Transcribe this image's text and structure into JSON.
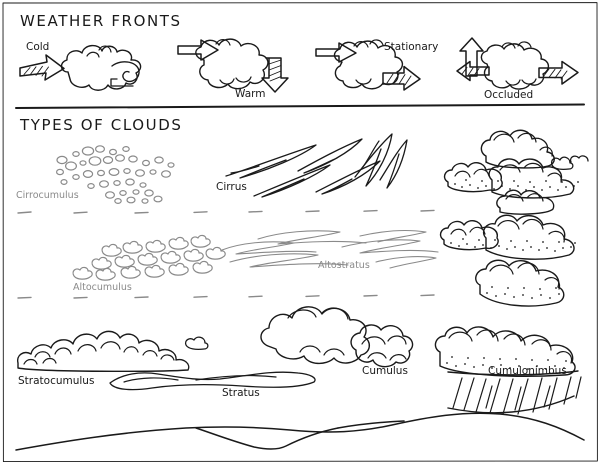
{
  "page": {
    "background_color": "#ffffff",
    "ink_color": "#1a1a1a",
    "gray_ink_color": "#8a8a8a",
    "style": "hand-drawn black-and-white worksheet"
  },
  "sections": {
    "fronts": {
      "heading": "WEATHER FRONTS",
      "items": [
        {
          "label": "Cold",
          "icon": "cold-front-symbol"
        },
        {
          "label": "Warm",
          "icon": "warm-front-symbol"
        },
        {
          "label": "Stationary",
          "icon": "stationary-front-symbol"
        },
        {
          "label": "Occluded",
          "icon": "occluded-front-symbol"
        }
      ]
    },
    "clouds": {
      "heading": "TYPES OF CLOUDS",
      "items": [
        {
          "label": "Cirrocumulus",
          "icon": "cirrocumulus-cloud",
          "color": "#8a8a8a"
        },
        {
          "label": "Cirrus",
          "icon": "cirrus-cloud",
          "color": "#1a1a1a"
        },
        {
          "label": "Altocumulus",
          "icon": "altocumulus-cloud",
          "color": "#8a8a8a"
        },
        {
          "label": "Altostratus",
          "icon": "altostratus-cloud",
          "color": "#8a8a8a"
        },
        {
          "label": "Stratocumulus",
          "icon": "stratocumulus-cloud",
          "color": "#1a1a1a"
        },
        {
          "label": "Stratus",
          "icon": "stratus-cloud",
          "color": "#1a1a1a"
        },
        {
          "label": "Cumulus",
          "icon": "cumulus-cloud",
          "color": "#1a1a1a"
        },
        {
          "label": "Cumulonimbus",
          "icon": "cumulonimbus-cloud",
          "color": "#1a1a1a"
        }
      ]
    },
    "ground": {
      "icon": "rolling-hills-horizon"
    },
    "rain": {
      "icon": "rain-streaks"
    }
  }
}
